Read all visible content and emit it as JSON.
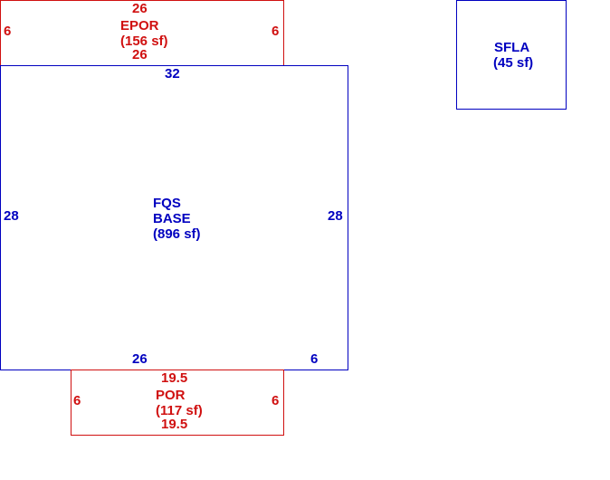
{
  "colors": {
    "living": "#0000c0",
    "porch": "#d01010"
  },
  "epor": {
    "name": "EPOR",
    "area": "(156 sf)",
    "top": "26",
    "bottom": "26",
    "left": "6",
    "right": "6"
  },
  "base": {
    "code": "FQS",
    "name": "BASE",
    "area": "(896 sf)",
    "top": "32",
    "left": "28",
    "right": "28",
    "bottom_left": "26",
    "bottom_right": "6"
  },
  "sfla": {
    "name": "SFLA",
    "area": "(45 sf)"
  },
  "por": {
    "name": "POR",
    "area": "(117 sf)",
    "top": "19.5",
    "bottom": "19.5",
    "left": "6",
    "right": "6"
  }
}
